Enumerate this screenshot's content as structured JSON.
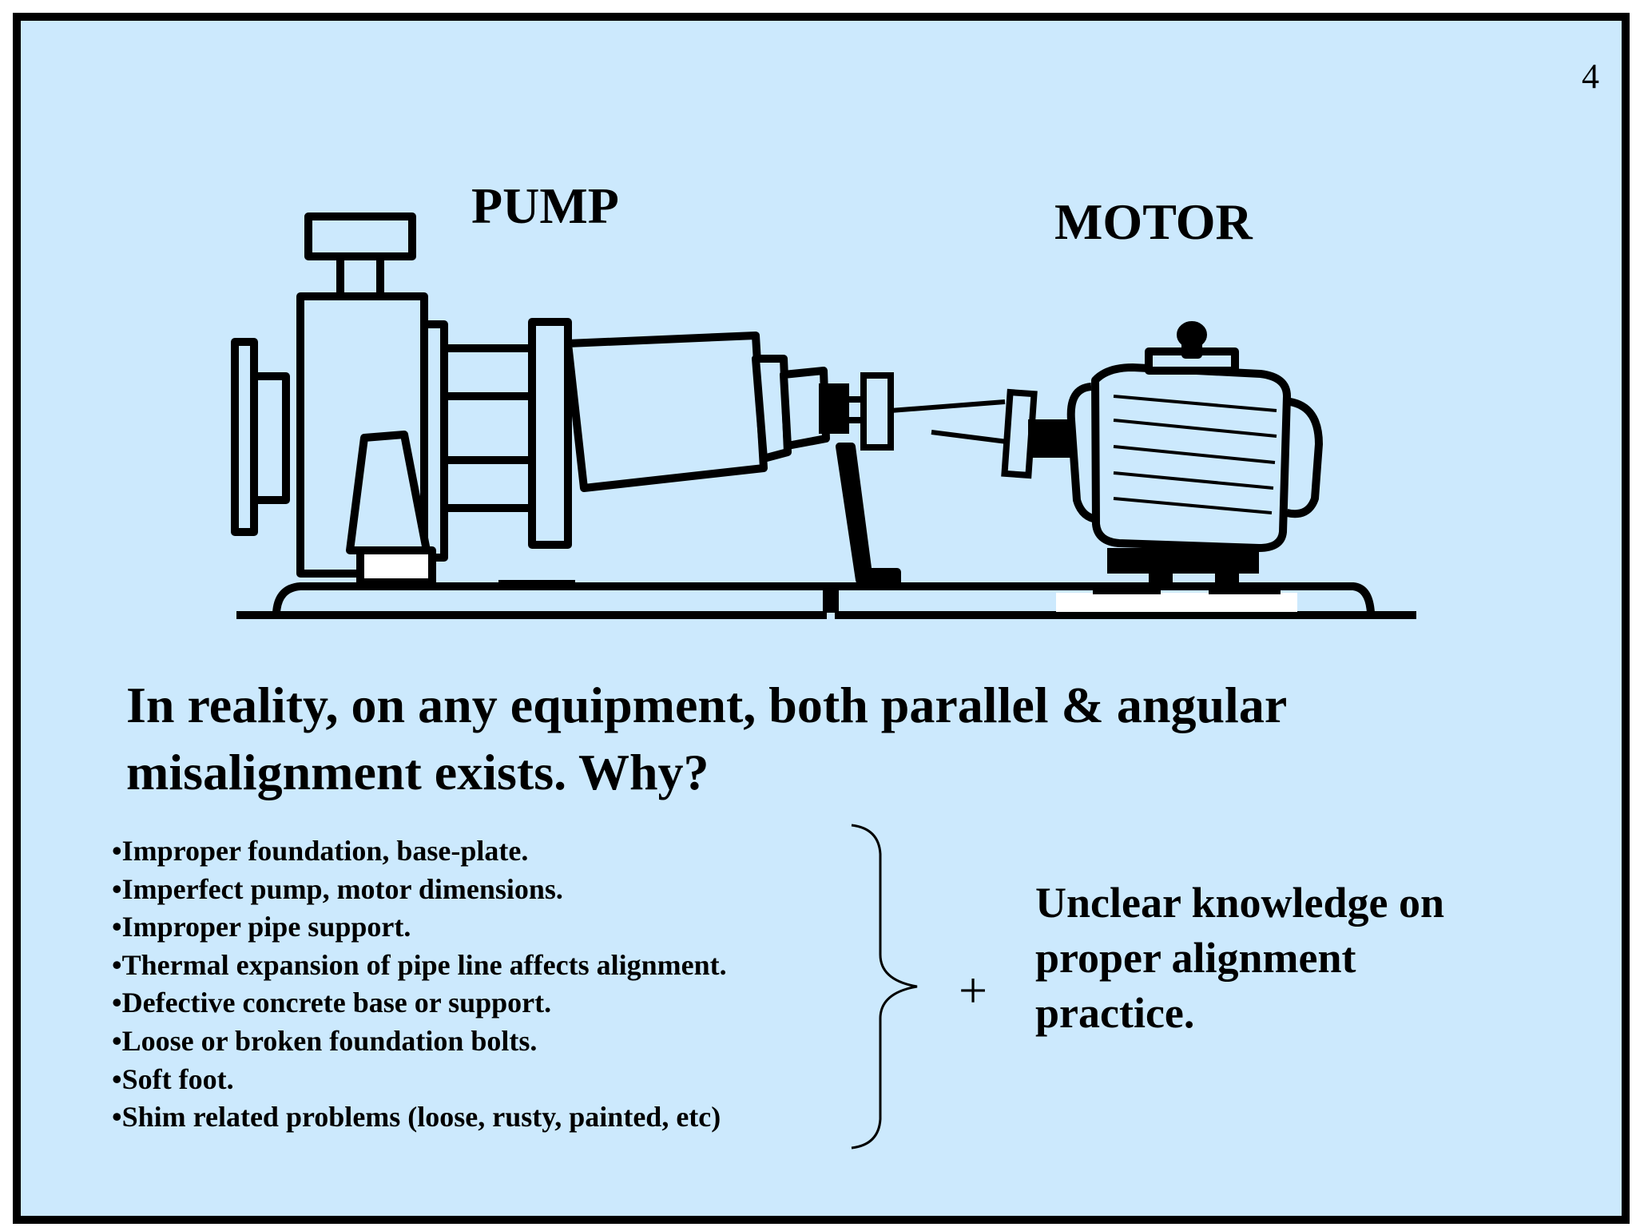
{
  "page_number": "4",
  "diagram": {
    "pump_label": "PUMP",
    "motor_label": "MOTOR"
  },
  "headline": "In reality, on any equipment, both parallel & angular misalignment exists. Why?",
  "causes": [
    "Improper foundation, base-plate.",
    "Imperfect pump, motor dimensions.",
    "Improper pipe support.",
    "Thermal expansion of pipe line affects alignment.",
    "Defective concrete base or support.",
    "Loose or broken foundation bolts.",
    "Soft foot.",
    "Shim related problems (loose, rusty, painted, etc)"
  ],
  "plus_sign": "+",
  "conclusion": "Unclear knowledge on proper alignment practice.",
  "colors": {
    "background": "#cce9fd",
    "border": "#000000",
    "text": "#000000",
    "highlight": "#ffffff"
  }
}
